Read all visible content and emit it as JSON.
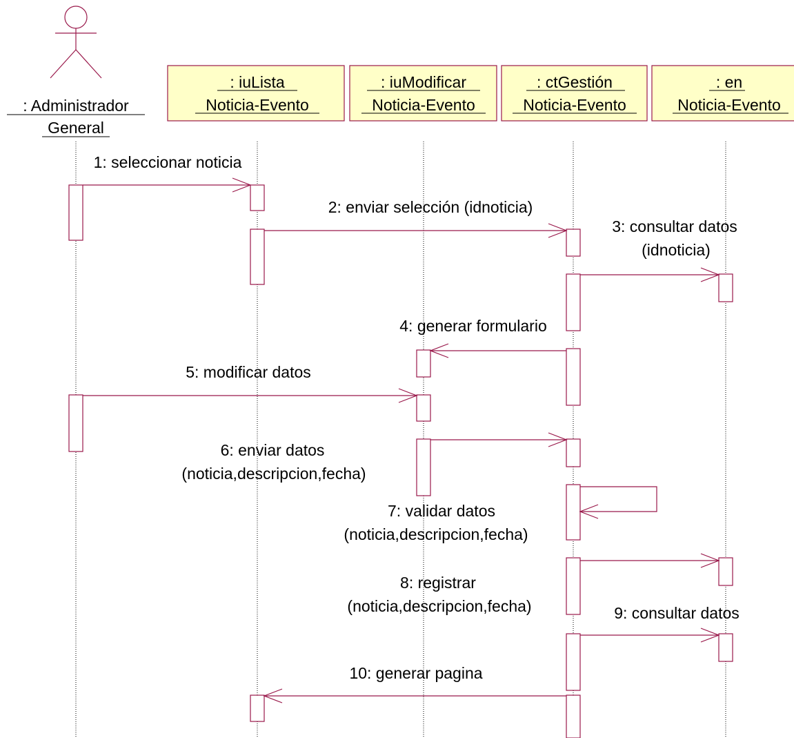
{
  "colors": {
    "line": "#99184a",
    "box_fill": "#ffffc8",
    "text": "#000000",
    "background": "#ffffff"
  },
  "actor": {
    "icon": "stick-figure-icon",
    "label_lines": [
      ": Administrador",
      "General"
    ]
  },
  "objects": [
    {
      "id": "iulista",
      "line1": ": iuLista",
      "line2": "Noticia-Evento"
    },
    {
      "id": "iumodificar",
      "line1": ": iuModificar",
      "line2": "Noticia-Evento"
    },
    {
      "id": "ctgestion",
      "line1": ": ctGestión",
      "line2": "Noticia-Evento"
    },
    {
      "id": "en",
      "line1": ": en",
      "line2": "Noticia-Evento"
    }
  ],
  "messages": [
    {
      "label_lines": [
        "1: seleccionar noticia"
      ]
    },
    {
      "label_lines": [
        "2: enviar selección (idnoticia)"
      ]
    },
    {
      "label_lines": [
        "3: consultar datos",
        "(idnoticia)"
      ]
    },
    {
      "label_lines": [
        "4: generar formulario"
      ]
    },
    {
      "label_lines": [
        "5: modificar datos"
      ]
    },
    {
      "label_lines": [
        "6: enviar datos",
        "(noticia,descripcion,fecha)"
      ]
    },
    {
      "label_lines": [
        "7: validar datos",
        "(noticia,descripcion,fecha)"
      ]
    },
    {
      "label_lines": [
        "8: registrar",
        "(noticia,descripcion,fecha)"
      ]
    },
    {
      "label_lines": [
        "9: consultar datos"
      ]
    },
    {
      "label_lines": [
        "10: generar pagina"
      ]
    }
  ]
}
